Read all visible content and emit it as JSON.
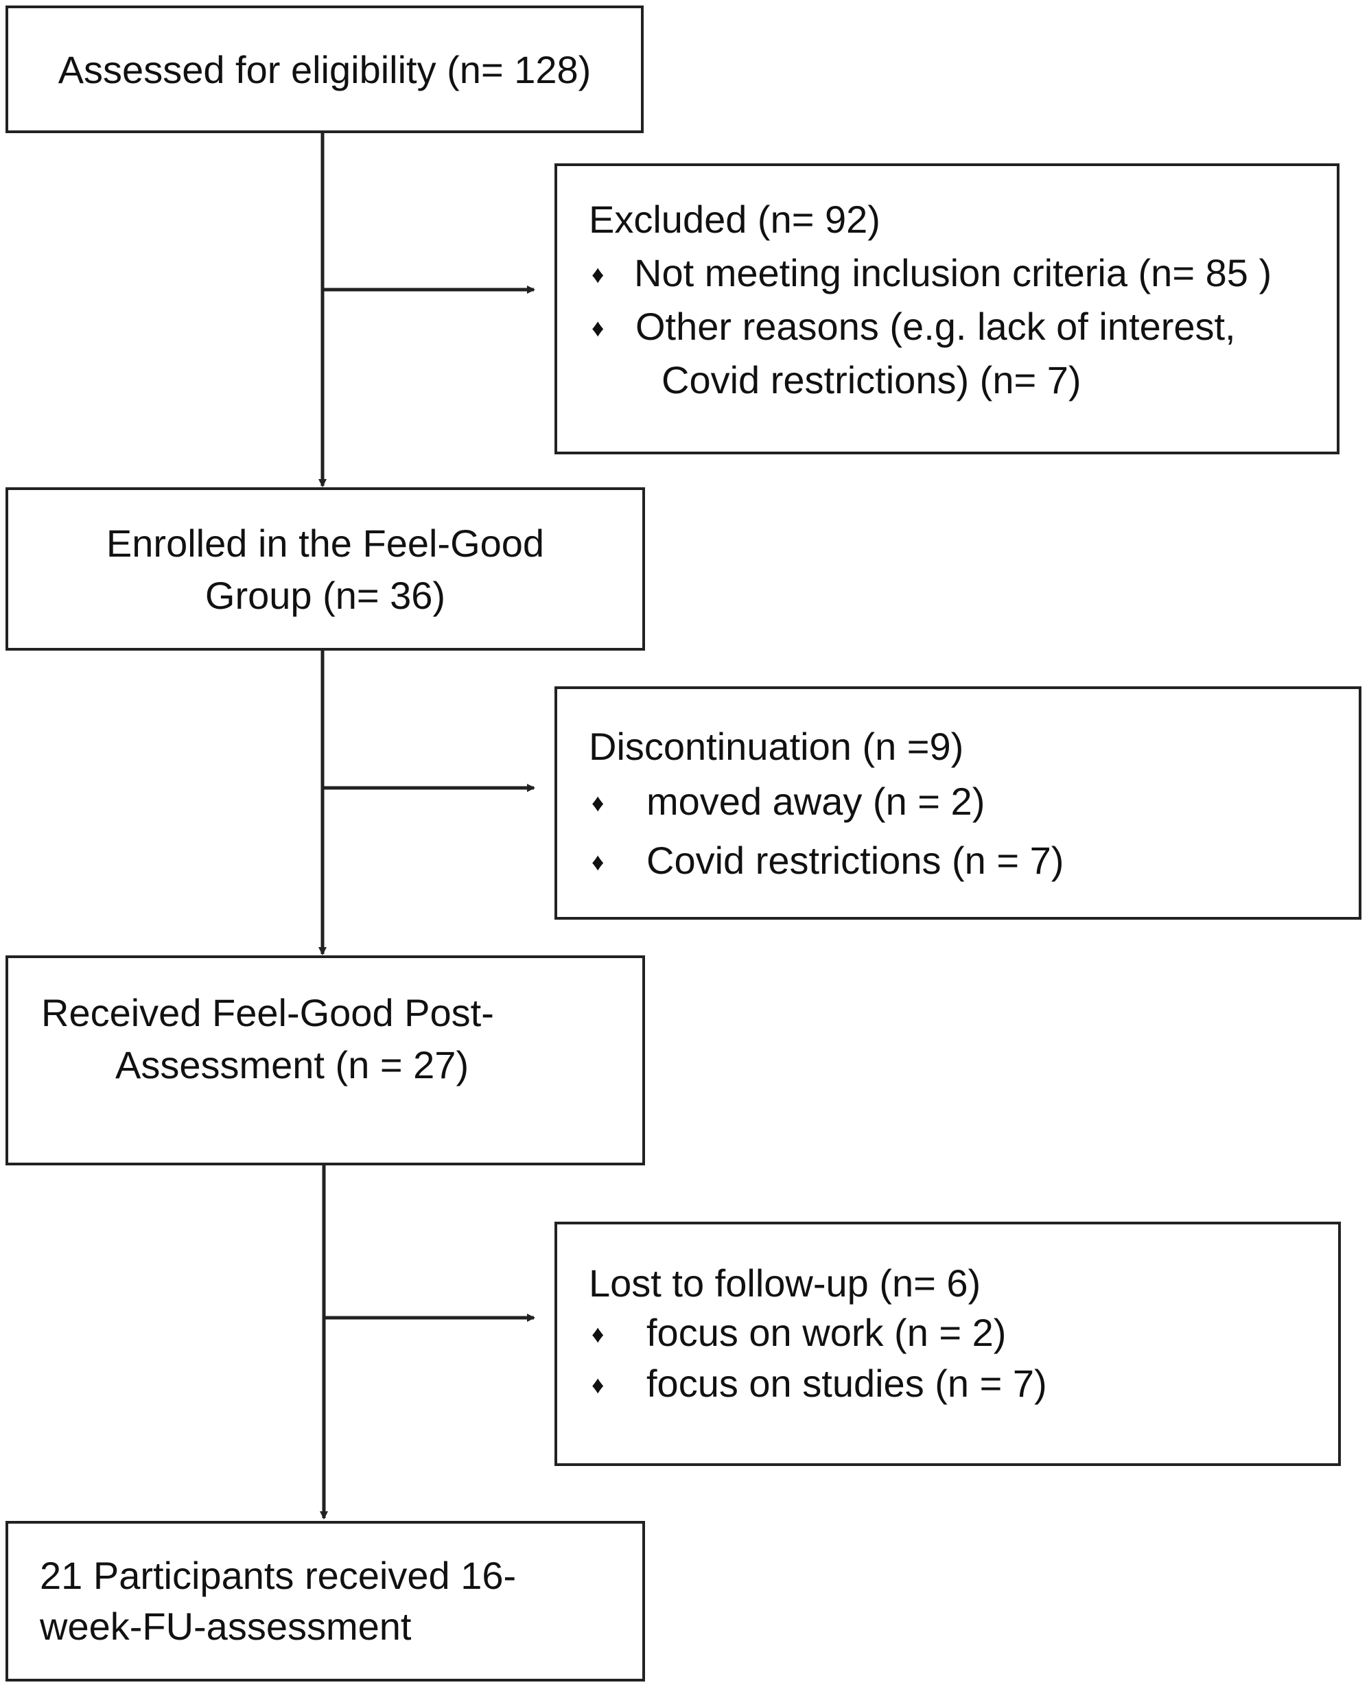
{
  "boxes": {
    "assessed": {
      "text": "Assessed for eligibility (n= 128)"
    },
    "excluded": {
      "heading": "Excluded (n= 92)",
      "items": [
        "Not meeting inclusion criteria (n= 85 )",
        "Other reasons (e.g. lack of interest,"
      ],
      "continuation": "Covid restrictions) (n= 7)"
    },
    "enrolled": {
      "lines": [
        "Enrolled in the Feel-Good",
        "Group (n= 36)"
      ]
    },
    "discontinuation": {
      "heading": "Discontinuation (n =9)",
      "items": [
        "moved away (n = 2)",
        "Covid restrictions (n = 7)"
      ]
    },
    "post": {
      "lines": [
        "Received Feel-Good Post-",
        "Assessment (n = 27)"
      ]
    },
    "lost": {
      "heading": "Lost to follow-up (n= 6)",
      "items": [
        "focus on work (n = 2)",
        "focus on studies (n = 7)"
      ]
    },
    "final": {
      "lines": [
        "21 Participants received 16-",
        "week-FU-assessment"
      ]
    }
  },
  "bullet_glyph": "♦",
  "colors": {
    "line": "#222222",
    "background": "#ffffff",
    "text": "#111111"
  }
}
